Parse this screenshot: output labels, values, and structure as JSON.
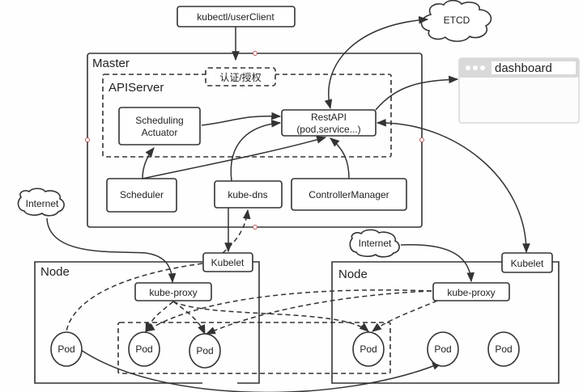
{
  "diagram": {
    "client": "kubectl/userClient",
    "etcd": "ETCD",
    "dashboard": "dashboard",
    "master": {
      "title": "Master",
      "apiserver_title": "APIServer",
      "auth": "认证/授权",
      "scheduling_actuator_line1": "Scheduling",
      "scheduling_actuator_line2": "Actuator",
      "restapi_line1": "RestAPI",
      "restapi_line2": "(pod,service...)",
      "scheduler": "Scheduler",
      "kube_dns": "kube-dns",
      "controller_manager": "ControllerManager"
    },
    "internet": "Internet",
    "node_left": {
      "title": "Node",
      "kubelet": "Kubelet",
      "kube_proxy": "kube-proxy",
      "pods": [
        "Pod",
        "Pod",
        "Pod"
      ]
    },
    "node_right": {
      "title": "Node",
      "kubelet": "Kubelet",
      "kube_proxy": "kube-proxy",
      "pods": [
        "Pod",
        "Pod",
        "Pod"
      ]
    }
  }
}
